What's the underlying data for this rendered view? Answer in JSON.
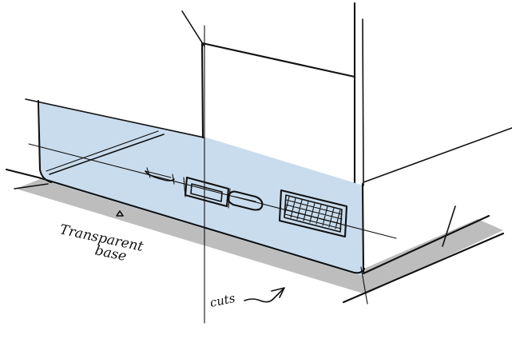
{
  "annotations": {
    "transparent_base_line1": "Transparent",
    "transparent_base_line2": "base",
    "callout": "cuts"
  },
  "colors": {
    "transparent_panel": "#c9dced",
    "floor_shadow": "#bdbdbd",
    "ink": "#111111",
    "paper": "#ffffff"
  }
}
